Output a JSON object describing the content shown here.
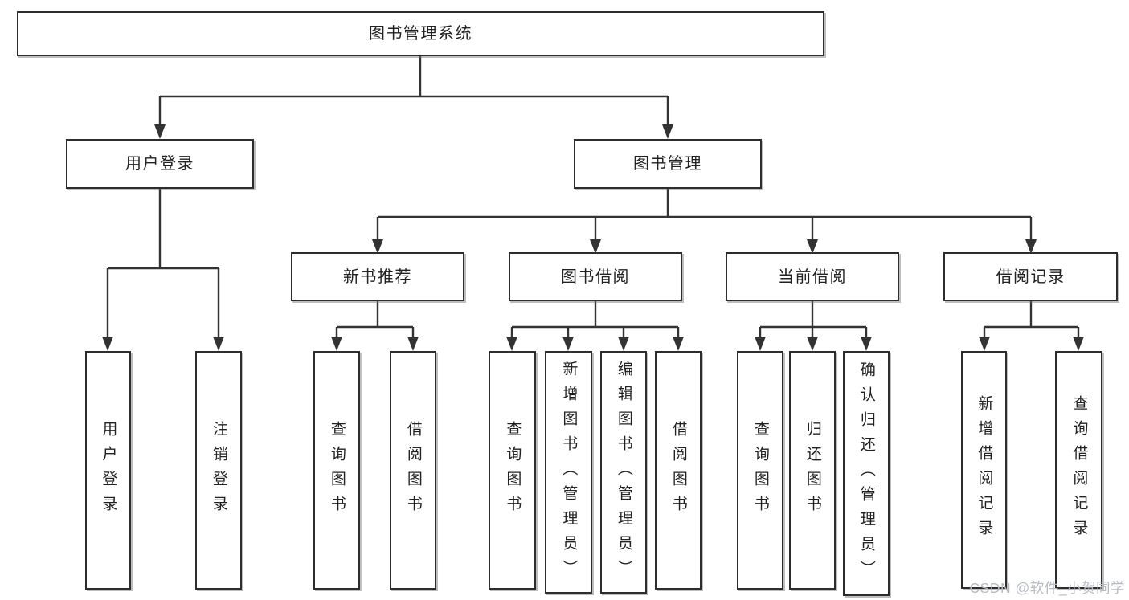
{
  "tree": {
    "root": {
      "label": "图书管理系统"
    },
    "branches": [
      {
        "label": "用户登录",
        "children": [
          {
            "label": "用户登录"
          },
          {
            "label": "注销登录"
          }
        ]
      },
      {
        "label": "图书管理",
        "children": [
          {
            "label": "新书推荐",
            "children": [
              {
                "label": "查询图书"
              },
              {
                "label": "借阅图书"
              }
            ]
          },
          {
            "label": "图书借阅",
            "children": [
              {
                "label": "查询图书"
              },
              {
                "label": "新增图书（管理员）"
              },
              {
                "label": "编辑图书（管理员）"
              },
              {
                "label": "借阅图书"
              }
            ]
          },
          {
            "label": "当前借阅",
            "children": [
              {
                "label": "查询图书"
              },
              {
                "label": "归还图书"
              },
              {
                "label": "确认归还（管理员）"
              }
            ]
          },
          {
            "label": "借阅记录",
            "children": [
              {
                "label": "新增借阅记录"
              },
              {
                "label": "查询借阅记录"
              }
            ]
          }
        ]
      }
    ]
  },
  "watermark": "CSDN @软件_小贺同学",
  "colors": {
    "line": "#333333",
    "border": "#2d2d2d",
    "text": "#222222",
    "watermark": "#b6bac2",
    "background": "#ffffff"
  }
}
